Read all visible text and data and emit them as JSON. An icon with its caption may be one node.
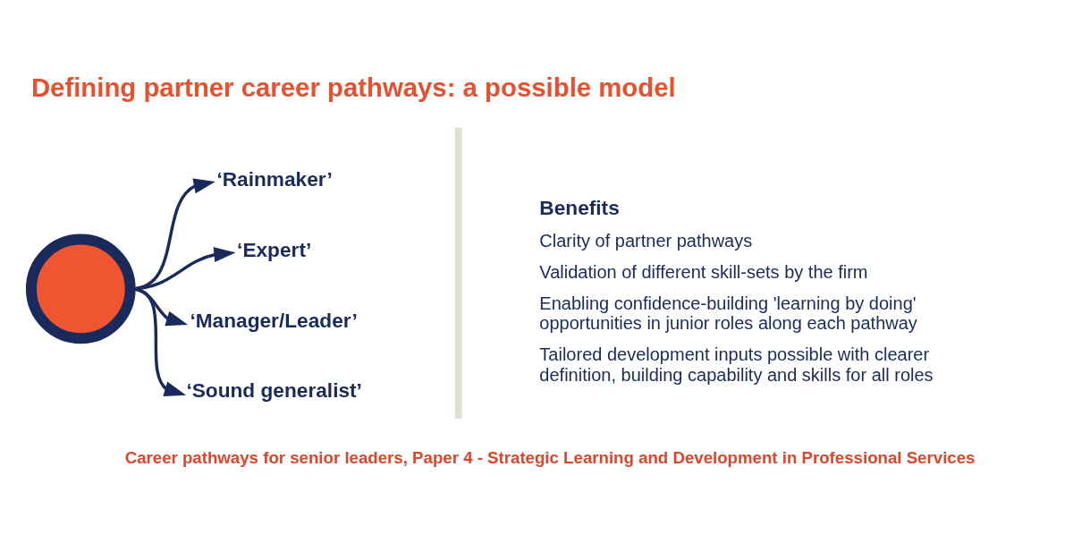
{
  "diagram": {
    "title": "Defining partner career pathways: a possible model",
    "caption": "Career pathways for senior leaders, Paper 4 - Strategic Learning and Development in Professional Services",
    "nodes": [
      {
        "text": [],
        "shape": "person"
      },
      {
        "text": [
          "‘Rainmaker’"
        ]
      },
      {
        "text": [
          "‘Expert’"
        ]
      },
      {
        "text": [
          "‘Manager/Leader’"
        ]
      },
      {
        "text": [
          "‘Sound generalist’"
        ]
      }
    ],
    "edges": [
      {
        "from": 0,
        "to": 1,
        "arrow": "to"
      },
      {
        "from": 0,
        "to": 2,
        "arrow": "to"
      },
      {
        "from": 0,
        "to": 3,
        "arrow": "to"
      },
      {
        "from": 0,
        "to": 4,
        "arrow": "to"
      }
    ],
    "labels": [
      "Benefits",
      "Clarity of partner pathways",
      "Validation of different skill-sets by the firm",
      "Enabling confidence-building 'learning by doing' opportunities in junior roles along each pathway",
      "Tailored development inputs possible with clearer definition, building capability and skills for all roles"
    ]
  }
}
